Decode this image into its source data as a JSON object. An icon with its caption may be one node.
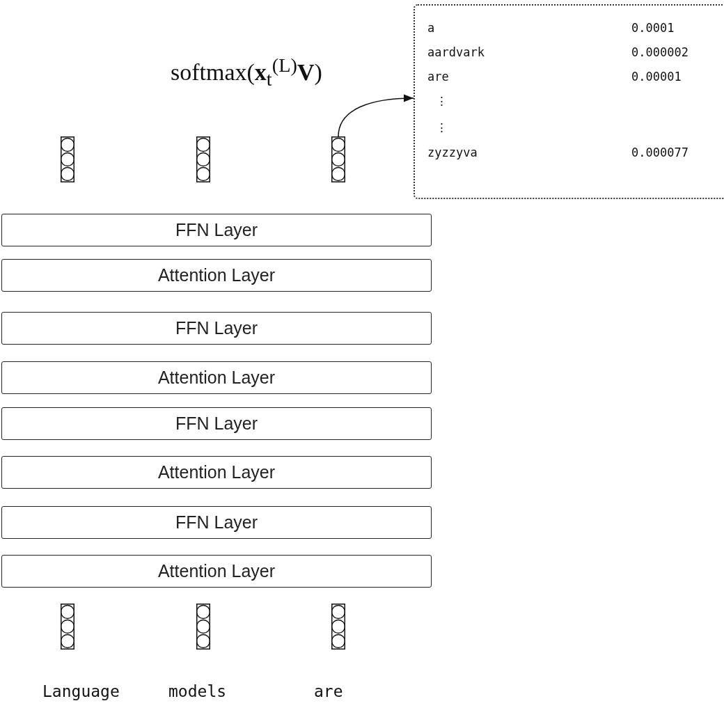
{
  "diagram": {
    "nodes": [
      {
        "text": [
          "a",
          "0.0001",
          "aardvark",
          "0.000002",
          "are",
          "0.00001",
          "⋮",
          "⋮",
          "zyzzyva",
          "0.000077"
        ]
      },
      {
        "text": [],
        "shape": "box"
      },
      {
        "text": [],
        "shape": "box"
      },
      {
        "text": [],
        "shape": "box"
      },
      {
        "text": [
          "FFN Layer"
        ]
      },
      {
        "text": [
          "Attention Layer"
        ]
      },
      {
        "text": [
          "FFN Layer"
        ]
      },
      {
        "text": [
          "Attention Layer"
        ]
      },
      {
        "text": [
          "FFN Layer"
        ]
      },
      {
        "text": [
          "Attention Layer"
        ]
      },
      {
        "text": [
          "FFN Layer"
        ]
      },
      {
        "text": [
          "Attention Layer"
        ]
      },
      {
        "text": [],
        "shape": "box"
      },
      {
        "text": [],
        "shape": "box"
      },
      {
        "text": [],
        "shape": "box"
      }
    ],
    "edges": [
      {
        "from": 3,
        "to": 0,
        "arrow": "to"
      }
    ],
    "labels": [
      "softmax(**x**$_{t}$$^{(L)}$**V**)",
      "Language",
      "models",
      "are"
    ]
  }
}
